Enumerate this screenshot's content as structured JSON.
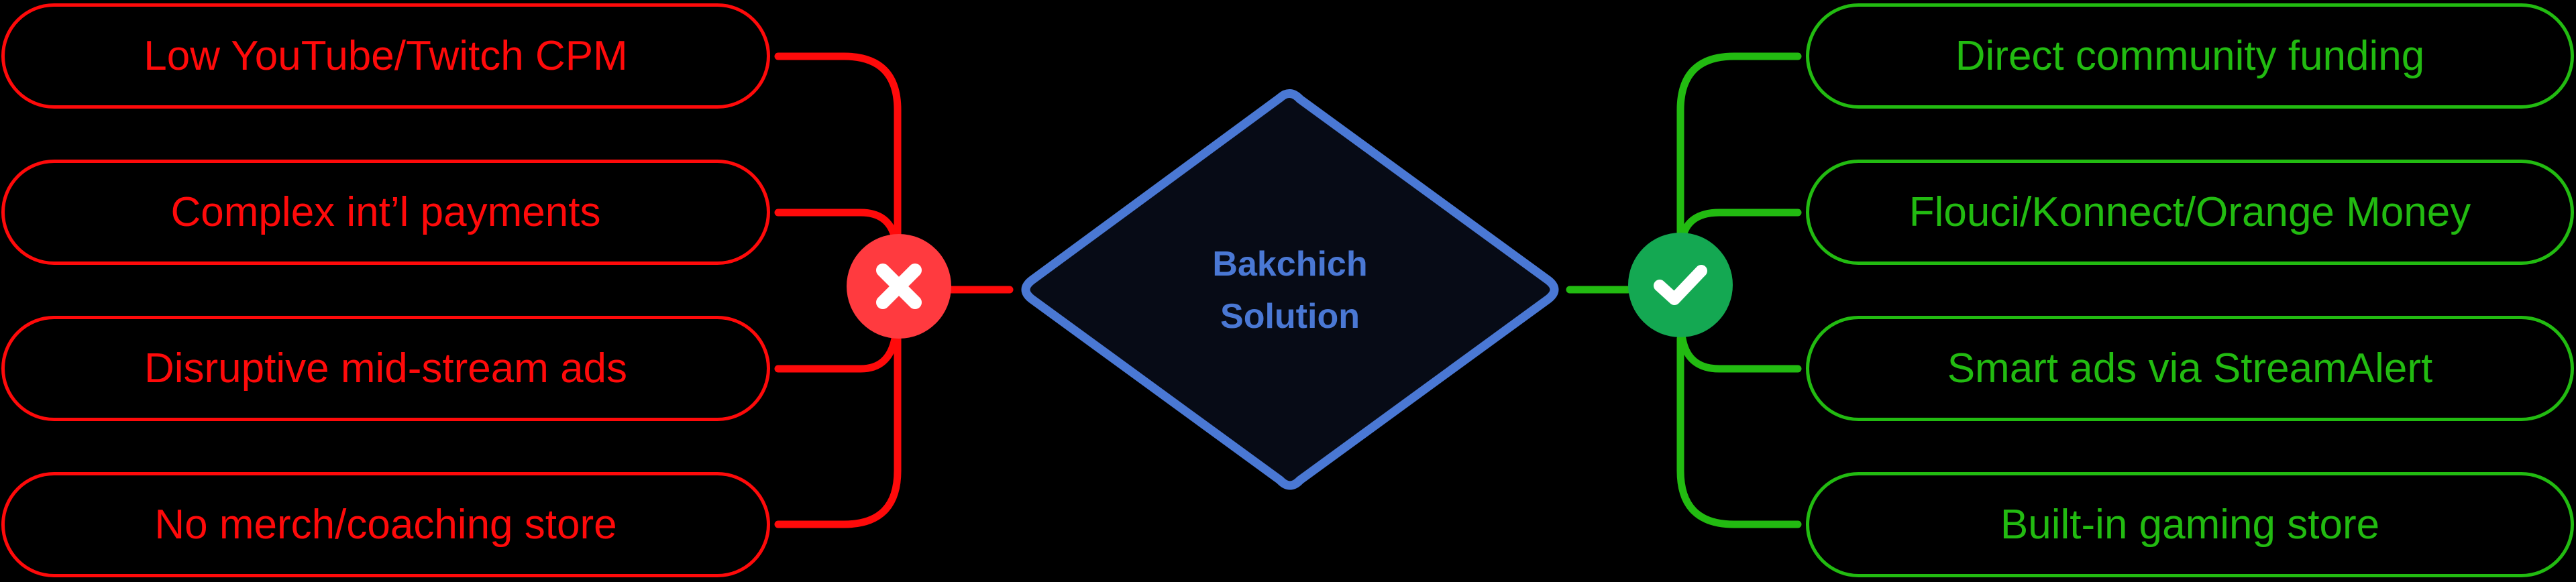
{
  "colors": {
    "problem": "#ff0a0a",
    "problem_badge": "#ff3a3f",
    "solution": "#22bb11",
    "solution_badge": "#14a852",
    "center_stroke": "#4a78d4",
    "center_fill": "#070b16",
    "background": "#000000"
  },
  "center": {
    "line1": "Bakchich",
    "line2": "Solution"
  },
  "problems": {
    "badge_icon": "x-icon",
    "items": [
      {
        "label": "Low YouTube/Twitch CPM"
      },
      {
        "label": "Complex int’l payments"
      },
      {
        "label": "Disruptive mid-stream ads"
      },
      {
        "label": "No merch/coaching store"
      }
    ]
  },
  "solutions": {
    "badge_icon": "check-icon",
    "items": [
      {
        "label": "Direct community funding"
      },
      {
        "label": "Flouci/Konnect/Orange Money"
      },
      {
        "label": "Smart ads via StreamAlert"
      },
      {
        "label": "Built-in gaming store"
      }
    ]
  }
}
